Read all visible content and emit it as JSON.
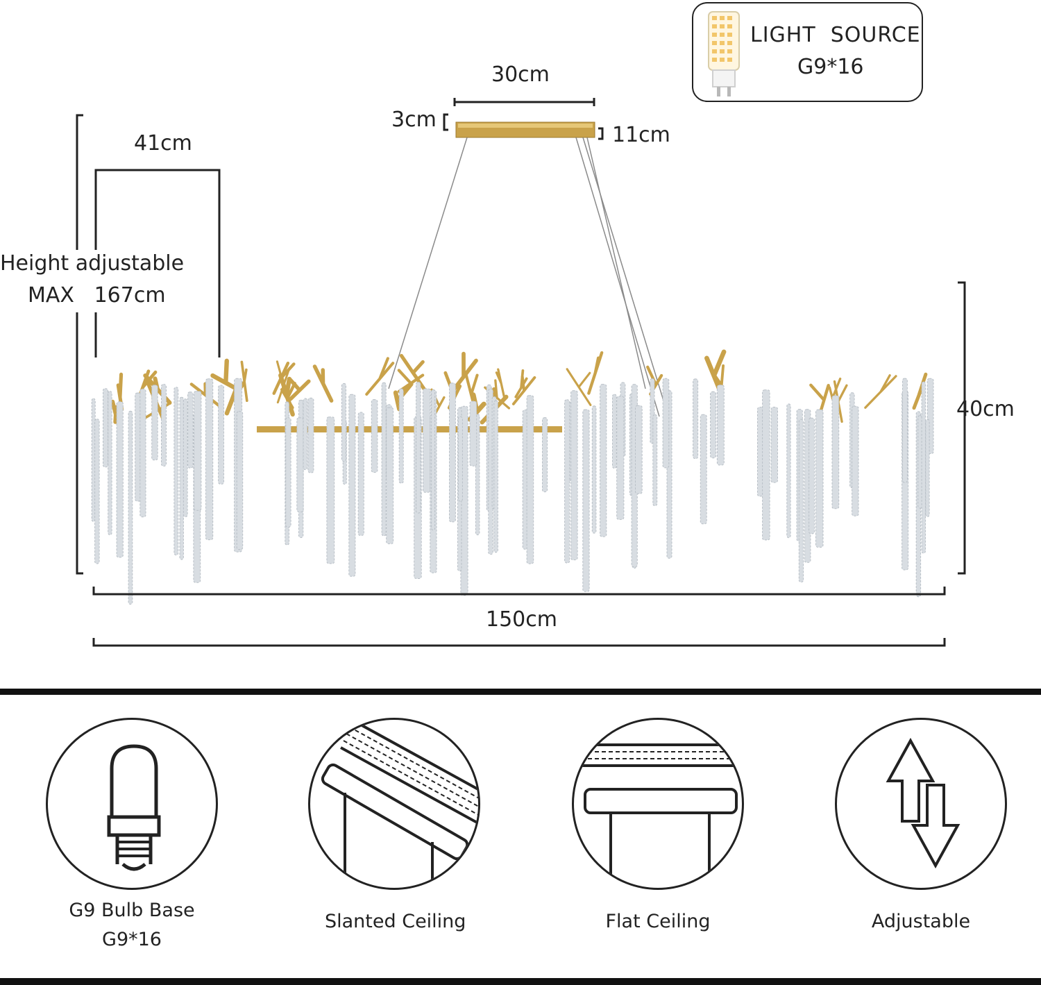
{
  "light_source": {
    "label": "LIGHT  SOURCE",
    "value": "G9*16"
  },
  "dimensions": {
    "canopy_width": "30cm",
    "canopy_thickness": "3cm",
    "canopy_depth": "11cm",
    "fixture_depth": "41cm",
    "height_note_line1": "Height adjustable",
    "height_note_line2": "MAX   167cm",
    "fixture_height": "40cm",
    "fixture_length": "150cm"
  },
  "features": [
    {
      "icon": "g9-bulb-icon",
      "label": "G9 Bulb Base",
      "sublabel": "G9*16"
    },
    {
      "icon": "slanted-ceiling-icon",
      "label": "Slanted Ceiling"
    },
    {
      "icon": "flat-ceiling-icon",
      "label": "Flat Ceiling"
    },
    {
      "icon": "adjustable-arrows-icon",
      "label": "Adjustable"
    }
  ],
  "colors": {
    "gold": "#c9a24a",
    "crystal": "#d8dde2",
    "line": "#222222"
  }
}
